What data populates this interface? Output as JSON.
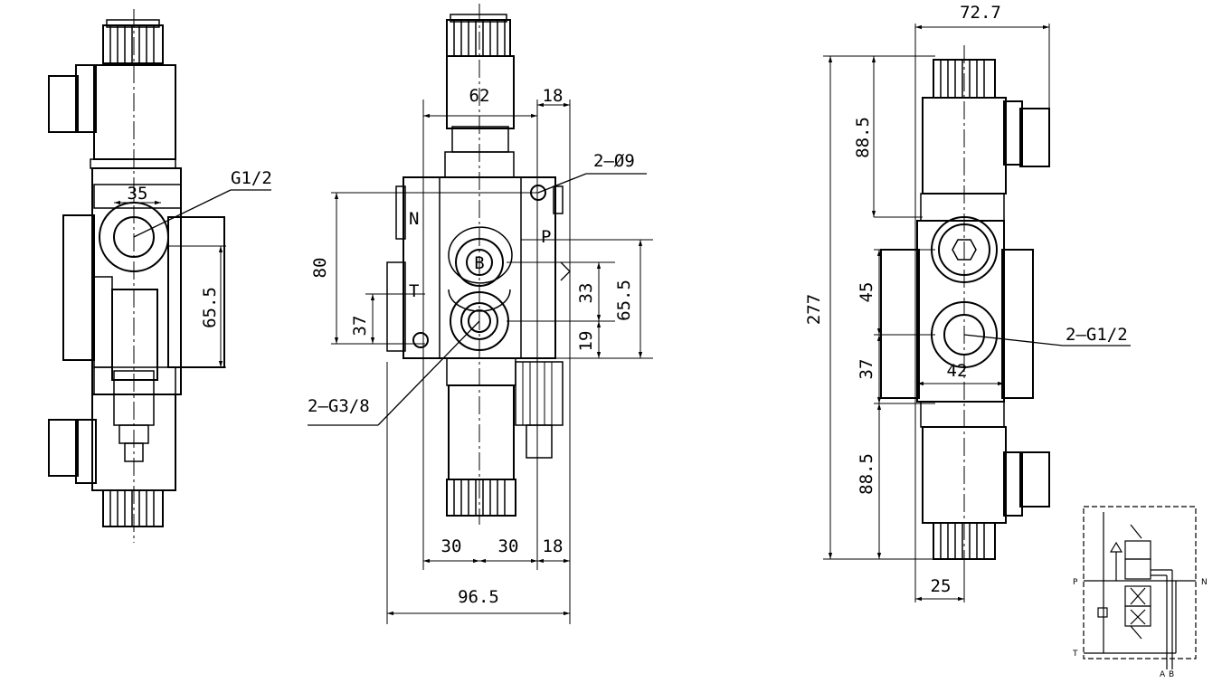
{
  "left_view": {
    "port_label": "G1/2",
    "dim_35": "35",
    "dim_65_5": "65.5"
  },
  "center_view": {
    "dim_62": "62",
    "dim_18_top": "18",
    "hole_label": "2—Ø9",
    "dim_80": "80",
    "dim_37": "37",
    "letter_N": "N",
    "letter_T": "T",
    "letter_P": "P",
    "letter_B": "B",
    "dim_33": "33",
    "dim_65_5": "65.5",
    "dim_19": "19",
    "port_label": "2—G3/8",
    "dim_30_a": "30",
    "dim_30_b": "30",
    "dim_18_bottom": "18",
    "dim_96_5": "96.5"
  },
  "right_view": {
    "dim_72_7": "72.7",
    "dim_88_5_top": "88.5",
    "dim_277": "277",
    "dim_45": "45",
    "dim_37": "37",
    "dim_42": "42",
    "port_label": "2—G1/2",
    "dim_88_5_bottom": "88.5",
    "dim_25": "25"
  },
  "schematic": {
    "label_P": "P",
    "label_T": "T",
    "label_N": "N",
    "label_A": "A",
    "label_B": "B"
  }
}
